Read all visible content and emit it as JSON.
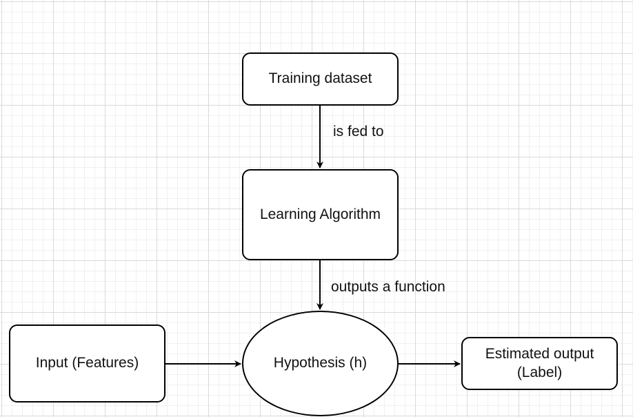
{
  "diagram": {
    "nodes": {
      "training_dataset": {
        "label": "Training dataset"
      },
      "learning_algorithm": {
        "label": "Learning Algorithm"
      },
      "hypothesis": {
        "label": "Hypothesis (h)"
      },
      "input_features": {
        "label": "Input (Features)"
      },
      "estimated_output": {
        "label_line1": "Estimated output",
        "label_line2": "(Label)"
      }
    },
    "edges": {
      "training_to_learning": {
        "label": "is fed to"
      },
      "learning_to_hypothesis": {
        "label": "outputs a function"
      }
    }
  },
  "colors": {
    "stroke": "#000000",
    "background": "#ffffff",
    "grid": "#d9d9d9"
  }
}
